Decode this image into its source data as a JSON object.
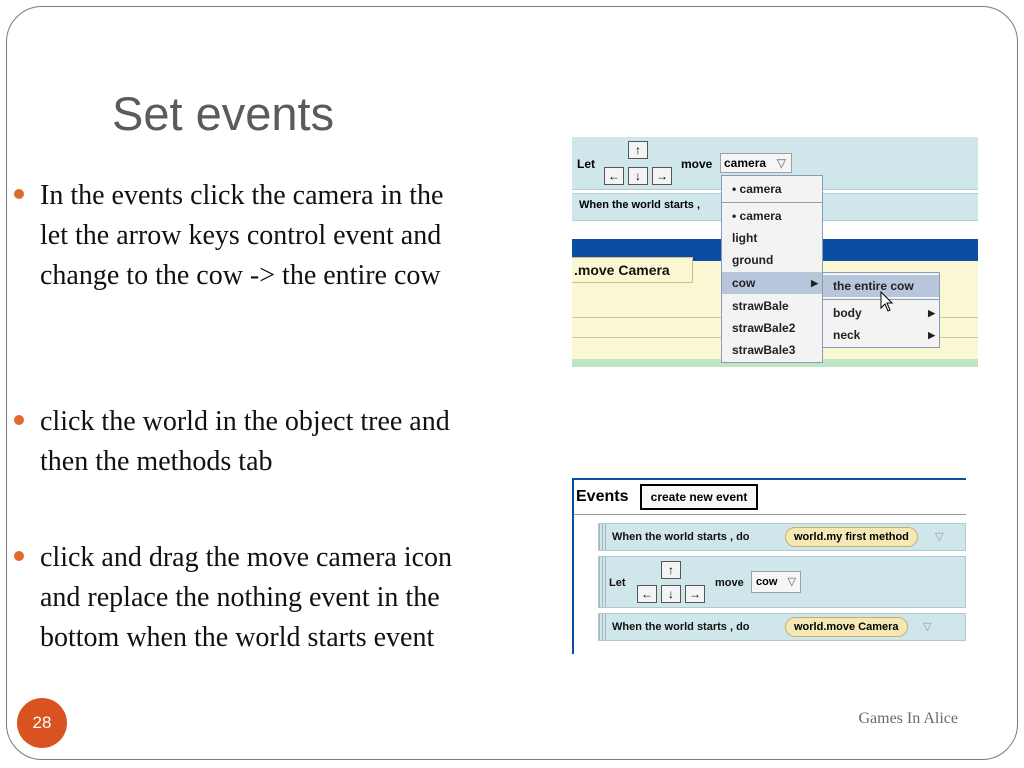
{
  "slide": {
    "title": "Set events",
    "bullets": [
      {
        "lines": [
          "In the events click the camera in the",
          "let the arrow keys control event and",
          "change to the cow -> the entire cow"
        ]
      },
      {
        "lines": [
          "click the world in the object tree and",
          "then the methods tab"
        ]
      },
      {
        "lines": [
          "click and drag the move camera icon",
          "and replace the nothing event in the",
          "bottom when the world starts event"
        ]
      }
    ],
    "footer": "Games In Alice",
    "page_number": "28"
  },
  "shot1": {
    "let_label": "Let",
    "move_label": "move",
    "camera_value": "camera",
    "arrow_keys": [
      "↑",
      "←",
      "↓",
      "→"
    ],
    "world_starts_label": "When the world starts ,",
    "tab_label": ".move Camera",
    "menu_items": [
      "camera",
      "camera",
      "light",
      "ground",
      "cow",
      "strawBale",
      "strawBale2",
      "strawBale3"
    ],
    "submenu_items": [
      "the entire cow",
      "body",
      "neck"
    ]
  },
  "shot2": {
    "events_label": "Events",
    "new_event_button": "create new event",
    "row1_label": "When the world starts ,  do",
    "row1_method": "world.my first method",
    "row2_let": "Let",
    "row2_move": "move",
    "row2_value": "cow",
    "row3_label": "When the world starts ,  do",
    "row3_method": "world.move Camera",
    "arrow_keys": [
      "↑",
      "←",
      "↓",
      "→"
    ]
  },
  "colors": {
    "title": "#5b5b5b",
    "bullet_dot": "#e06a2c",
    "badge": "#d8531f",
    "event_bg": "#cfe6ea",
    "menu_highlight": "#b8c6dc",
    "tab_blue": "#0a4ea3"
  }
}
